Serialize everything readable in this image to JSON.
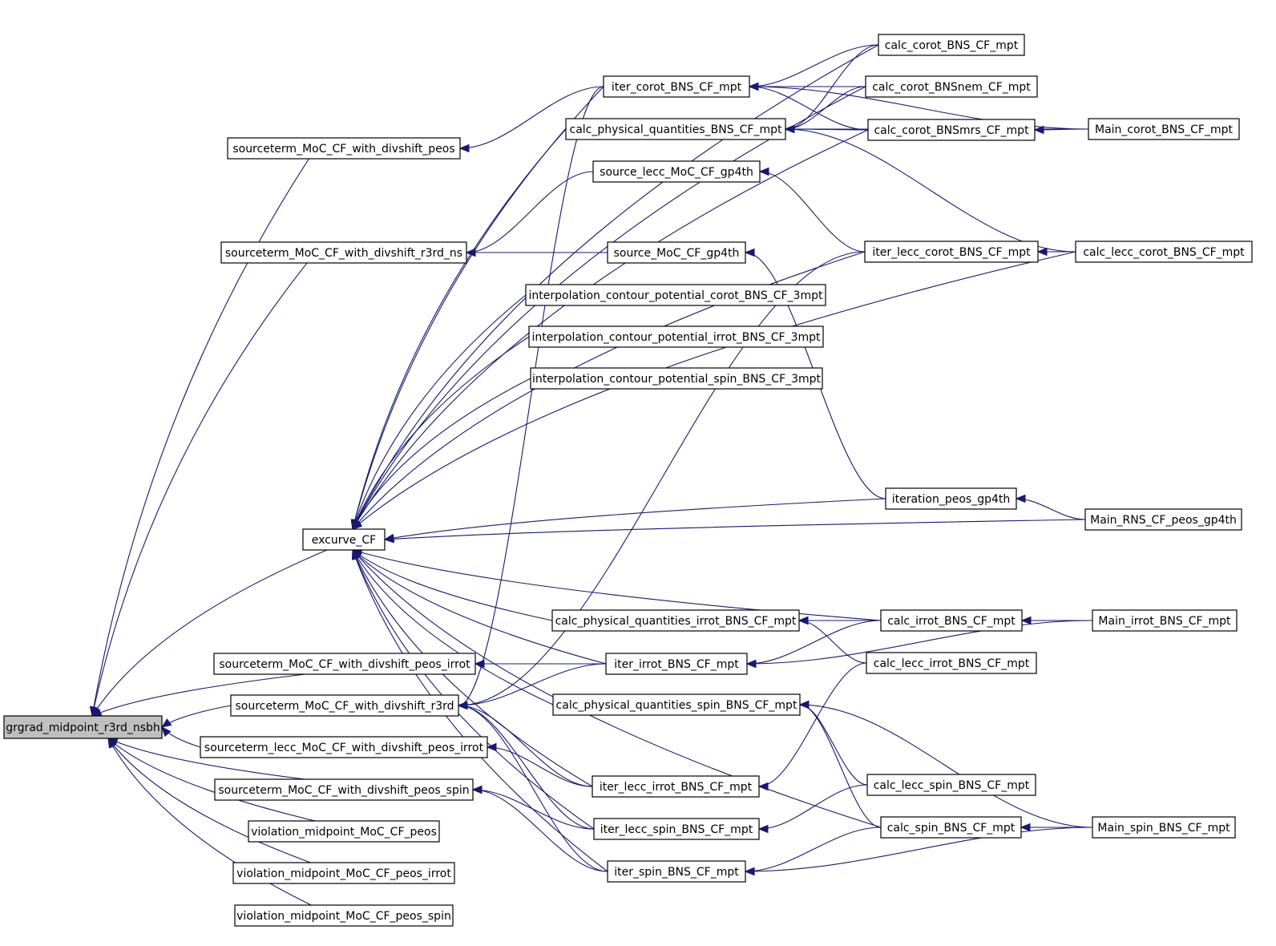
{
  "graph": {
    "root": "grgrad_midpoint_r3rd_nsbh",
    "colors": {
      "edge": "#191970",
      "node_fill": "#ffffff",
      "root_fill": "#bfbfbf",
      "node_border": "#000000"
    },
    "nodes": [
      {
        "id": "grgrad",
        "label": "grgrad_midpoint_r3rd_nsbh",
        "root": true
      },
      {
        "id": "st_peos",
        "label": "sourceterm_MoC_CF_with_divshift_peos"
      },
      {
        "id": "st_r3rd_ns",
        "label": "sourceterm_MoC_CF_with_divshift_r3rd_ns"
      },
      {
        "id": "excurve",
        "label": "excurve_CF"
      },
      {
        "id": "st_peos_irrot",
        "label": "sourceterm_MoC_CF_with_divshift_peos_irrot"
      },
      {
        "id": "st_r3rd",
        "label": "sourceterm_MoC_CF_with_divshift_r3rd"
      },
      {
        "id": "st_lecc_peos_irrot",
        "label": "sourceterm_lecc_MoC_CF_with_divshift_peos_irrot"
      },
      {
        "id": "st_peos_spin",
        "label": "sourceterm_MoC_CF_with_divshift_peos_spin"
      },
      {
        "id": "viol_peos",
        "label": "violation_midpoint_MoC_CF_peos"
      },
      {
        "id": "viol_peos_irrot",
        "label": "violation_midpoint_MoC_CF_peos_irrot"
      },
      {
        "id": "viol_peos_spin",
        "label": "violation_midpoint_MoC_CF_peos_spin"
      },
      {
        "id": "iter_corot",
        "label": "iter_corot_BNS_CF_mpt"
      },
      {
        "id": "calc_phys_corot",
        "label": "calc_physical_quantities_BNS_CF_mpt"
      },
      {
        "id": "src_lecc_gp4th",
        "label": "source_lecc_MoC_CF_gp4th"
      },
      {
        "id": "src_gp4th",
        "label": "source_MoC_CF_gp4th"
      },
      {
        "id": "interp_corot",
        "label": "interpolation_contour_potential_corot_BNS_CF_3mpt"
      },
      {
        "id": "interp_irrot",
        "label": "interpolation_contour_potential_irrot_BNS_CF_3mpt"
      },
      {
        "id": "interp_spin",
        "label": "interpolation_contour_potential_spin_BNS_CF_3mpt"
      },
      {
        "id": "calc_phys_irrot",
        "label": "calc_physical_quantities_irrot_BNS_CF_mpt"
      },
      {
        "id": "iter_irrot",
        "label": "iter_irrot_BNS_CF_mpt"
      },
      {
        "id": "calc_phys_spin",
        "label": "calc_physical_quantities_spin_BNS_CF_mpt"
      },
      {
        "id": "iter_lecc_irrot",
        "label": "iter_lecc_irrot_BNS_CF_mpt"
      },
      {
        "id": "iter_lecc_spin",
        "label": "iter_lecc_spin_BNS_CF_mpt"
      },
      {
        "id": "iter_spin",
        "label": "iter_spin_BNS_CF_mpt"
      },
      {
        "id": "calc_corot",
        "label": "calc_corot_BNS_CF_mpt"
      },
      {
        "id": "calc_corot_nem",
        "label": "calc_corot_BNSnem_CF_mpt"
      },
      {
        "id": "calc_corot_mrs",
        "label": "calc_corot_BNSmrs_CF_mpt"
      },
      {
        "id": "iter_lecc_corot",
        "label": "iter_lecc_corot_BNS_CF_mpt"
      },
      {
        "id": "iteration_peos",
        "label": "iteration_peos_gp4th"
      },
      {
        "id": "calc_irrot",
        "label": "calc_irrot_BNS_CF_mpt"
      },
      {
        "id": "calc_lecc_irrot",
        "label": "calc_lecc_irrot_BNS_CF_mpt"
      },
      {
        "id": "calc_lecc_spin",
        "label": "calc_lecc_spin_BNS_CF_mpt"
      },
      {
        "id": "calc_spin",
        "label": "calc_spin_BNS_CF_mpt"
      },
      {
        "id": "main_corot",
        "label": "Main_corot_BNS_CF_mpt"
      },
      {
        "id": "calc_lecc_corot",
        "label": "calc_lecc_corot_BNS_CF_mpt"
      },
      {
        "id": "main_rns",
        "label": "Main_RNS_CF_peos_gp4th"
      },
      {
        "id": "main_irrot",
        "label": "Main_irrot_BNS_CF_mpt"
      },
      {
        "id": "main_spin",
        "label": "Main_spin_BNS_CF_mpt"
      }
    ],
    "edges": [
      [
        "grgrad",
        "st_peos"
      ],
      [
        "grgrad",
        "st_r3rd_ns"
      ],
      [
        "grgrad",
        "excurve"
      ],
      [
        "grgrad",
        "st_peos_irrot"
      ],
      [
        "grgrad",
        "st_r3rd"
      ],
      [
        "grgrad",
        "st_lecc_peos_irrot"
      ],
      [
        "grgrad",
        "st_peos_spin"
      ],
      [
        "grgrad",
        "viol_peos"
      ],
      [
        "grgrad",
        "viol_peos_irrot"
      ],
      [
        "grgrad",
        "viol_peos_spin"
      ],
      [
        "st_peos",
        "iter_corot"
      ],
      [
        "st_r3rd_ns",
        "src_lecc_gp4th"
      ],
      [
        "st_r3rd_ns",
        "src_gp4th"
      ],
      [
        "excurve",
        "iter_corot"
      ],
      [
        "excurve",
        "calc_phys_corot"
      ],
      [
        "excurve",
        "interp_corot"
      ],
      [
        "excurve",
        "interp_irrot"
      ],
      [
        "excurve",
        "interp_spin"
      ],
      [
        "excurve",
        "iter_lecc_corot"
      ],
      [
        "excurve",
        "calc_lecc_corot"
      ],
      [
        "excurve",
        "iteration_peos"
      ],
      [
        "excurve",
        "main_rns"
      ],
      [
        "excurve",
        "calc_phys_irrot"
      ],
      [
        "excurve",
        "calc_irrot"
      ],
      [
        "excurve",
        "iter_irrot"
      ],
      [
        "excurve",
        "calc_phys_spin"
      ],
      [
        "excurve",
        "iter_lecc_irrot"
      ],
      [
        "excurve",
        "iter_lecc_spin"
      ],
      [
        "excurve",
        "iter_spin"
      ],
      [
        "excurve",
        "calc_spin"
      ],
      [
        "excurve",
        "calc_corot"
      ],
      [
        "excurve",
        "calc_corot_nem"
      ],
      [
        "excurve",
        "calc_corot_mrs"
      ],
      [
        "st_peos_irrot",
        "iter_irrot"
      ],
      [
        "st_r3rd",
        "iter_irrot"
      ],
      [
        "st_r3rd",
        "iter_lecc_corot"
      ],
      [
        "st_r3rd",
        "iter_corot"
      ],
      [
        "st_r3rd",
        "iter_lecc_irrot"
      ],
      [
        "st_r3rd",
        "iter_lecc_spin"
      ],
      [
        "st_r3rd",
        "iter_spin"
      ],
      [
        "st_lecc_peos_irrot",
        "iter_lecc_irrot"
      ],
      [
        "st_peos_spin",
        "iter_lecc_spin"
      ],
      [
        "st_peos_spin",
        "iter_spin"
      ],
      [
        "iter_corot",
        "calc_corot"
      ],
      [
        "iter_corot",
        "calc_corot_nem"
      ],
      [
        "iter_corot",
        "calc_corot_mrs"
      ],
      [
        "iter_corot",
        "main_corot"
      ],
      [
        "calc_phys_corot",
        "calc_corot"
      ],
      [
        "calc_phys_corot",
        "calc_corot_nem"
      ],
      [
        "calc_phys_corot",
        "calc_corot_mrs"
      ],
      [
        "calc_phys_corot",
        "main_corot"
      ],
      [
        "calc_phys_corot",
        "calc_lecc_corot"
      ],
      [
        "src_lecc_gp4th",
        "iter_lecc_corot"
      ],
      [
        "src_gp4th",
        "iteration_peos"
      ],
      [
        "calc_corot_mrs",
        "main_corot"
      ],
      [
        "iter_lecc_corot",
        "calc_lecc_corot"
      ],
      [
        "iteration_peos",
        "main_rns"
      ],
      [
        "calc_phys_irrot",
        "calc_irrot"
      ],
      [
        "calc_phys_irrot",
        "main_irrot"
      ],
      [
        "calc_phys_irrot",
        "calc_lecc_irrot"
      ],
      [
        "iter_irrot",
        "calc_irrot"
      ],
      [
        "iter_irrot",
        "main_irrot"
      ],
      [
        "calc_irrot",
        "main_irrot"
      ],
      [
        "calc_phys_spin",
        "calc_lecc_spin"
      ],
      [
        "calc_phys_spin",
        "calc_spin"
      ],
      [
        "calc_phys_spin",
        "main_spin"
      ],
      [
        "iter_lecc_irrot",
        "calc_lecc_irrot"
      ],
      [
        "iter_lecc_spin",
        "calc_lecc_spin"
      ],
      [
        "iter_spin",
        "calc_spin"
      ],
      [
        "iter_spin",
        "main_spin"
      ],
      [
        "calc_spin",
        "main_spin"
      ]
    ]
  }
}
